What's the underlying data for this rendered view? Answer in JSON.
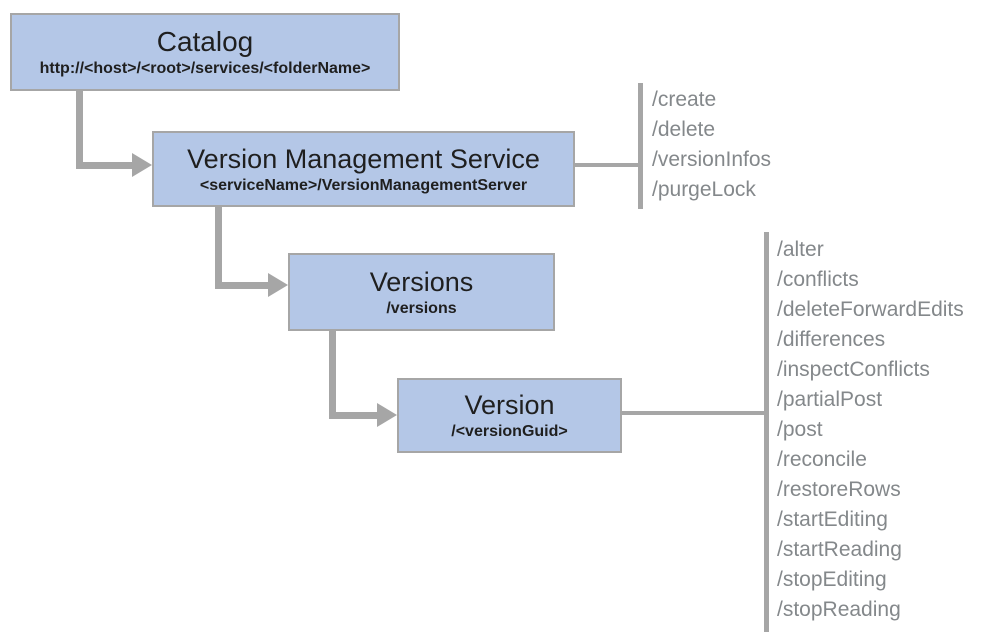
{
  "colors": {
    "box-fill": "#b4c7e7",
    "box-border": "#a6a6a6",
    "connector": "#a6a6a6",
    "ops-text": "#84888b",
    "title-text": "#1f1f1f"
  },
  "diagram": {
    "catalog": {
      "title": "Catalog",
      "subtitle": "http://<host>/<root>/services/<folderName>"
    },
    "version_management_service": {
      "title": "Version Management Service",
      "subtitle": "<serviceName>/VersionManagementServer",
      "operations": [
        "/create",
        "/delete",
        "/versionInfos",
        "/purgeLock"
      ]
    },
    "versions": {
      "title": "Versions",
      "subtitle": "/versions"
    },
    "version": {
      "title": "Version",
      "subtitle": "/<versionGuid>",
      "operations": [
        "/alter",
        "/conflicts",
        "/deleteForwardEdits",
        "/differences",
        "/inspectConflicts",
        "/partialPost",
        "/post",
        "/reconcile",
        "/restoreRows",
        "/startEditing",
        "/startReading",
        "/stopEditing",
        "/stopReading"
      ]
    }
  }
}
